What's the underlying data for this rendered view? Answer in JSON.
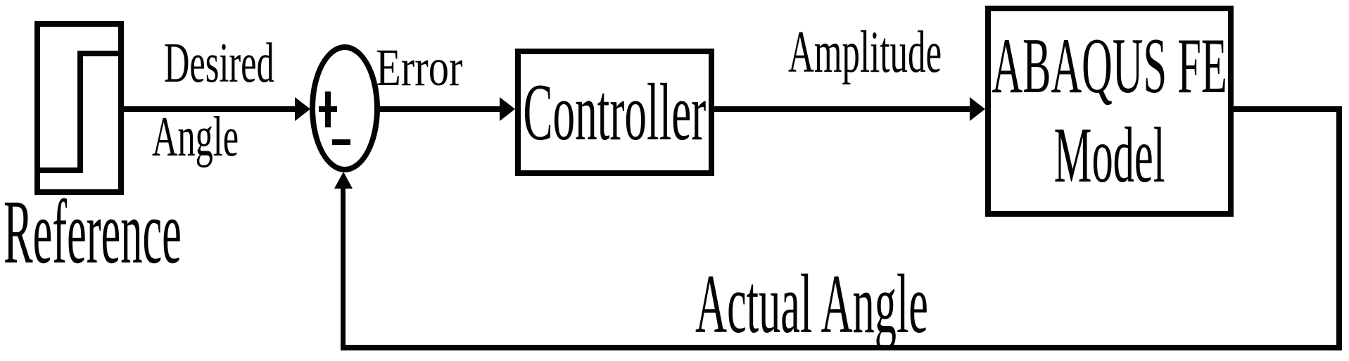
{
  "diagram_type": "feedback-control-block-diagram",
  "colors": {
    "ink": "#040404",
    "background": "#ffffff"
  },
  "blocks": {
    "reference": {
      "caption": "Reference",
      "icon": "step-signal-icon"
    },
    "controller": {
      "label": "Controller"
    },
    "fe_model": {
      "line1": "ABAQUS FE",
      "line2": "Model"
    }
  },
  "summing_junction": {
    "plus": "+",
    "minus": "−"
  },
  "signals": {
    "desired_line1": "Desired",
    "desired_line2": "Angle",
    "error": "Error",
    "amplitude": "Amplitude",
    "actual_angle": "Actual Angle"
  }
}
